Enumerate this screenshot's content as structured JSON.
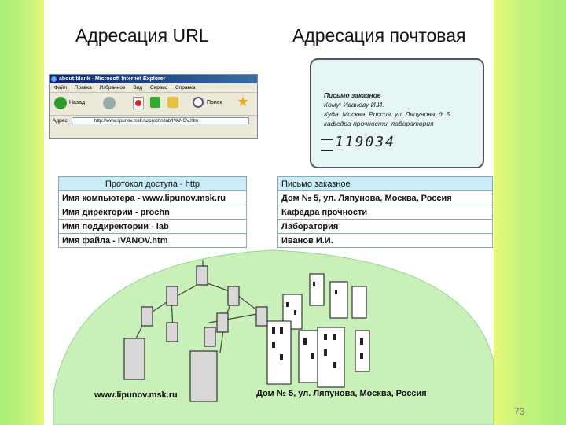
{
  "headings": {
    "url": "Адресация URL",
    "postal": "Адресация почтовая"
  },
  "browser": {
    "title": "about:blank - Microsoft Internet Explorer",
    "menu": [
      "Файл",
      "Правка",
      "Избранное",
      "Вид",
      "Сервис",
      "Справка"
    ],
    "back_label": "Назад",
    "search_label": "Поиск",
    "address_label": "Адрес",
    "address_value": "http://www.lipunov.msk.ru/prochn/lab/IVANOV.htm"
  },
  "envelope": {
    "lines": [
      "Письмо заказное",
      "Кому: Иванову И.И.",
      "Куда: Москва, Россия, ул. Ляпунова, д. 5",
      "кафедра прочности, лаборатория"
    ],
    "zip": "119034"
  },
  "url_table": {
    "header": "Протокол доступа - http",
    "rows": [
      "Имя компьютера - www.lipunov.msk.ru",
      "Имя директории - prochn",
      "Имя поддиректории - lab",
      "Имя файла - IVANOV.htm"
    ]
  },
  "mail_table": {
    "header": "Письмо заказное",
    "rows": [
      "Дом № 5, ул. Ляпунова, Москва, Россия",
      "Кафедра прочности",
      "Лаборатория",
      "Иванов И.И."
    ]
  },
  "scene": {
    "left_caption": "www.lipunov.msk.ru",
    "right_caption": "Дом № 5, ул. Ляпунова, Москва, Россия"
  },
  "colors": {
    "dome": "#c8f0b8",
    "table_header": "#c9ecf6",
    "envelope": "#e6f6f6"
  },
  "page_number": "73"
}
